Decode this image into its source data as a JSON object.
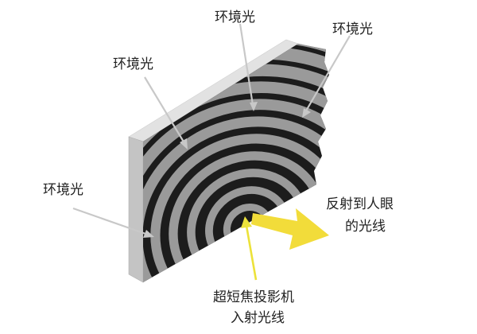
{
  "labels": {
    "ambient_1": "环境光",
    "ambient_2": "环境光",
    "ambient_3": "环境光",
    "ambient_4": "环境光",
    "reflected_line1": "反射到人眼",
    "reflected_line2": "的光线",
    "projector_line1": "超短焦投影机",
    "projector_line2": "入射光线"
  },
  "colors": {
    "screen_dark": "#1c1c1c",
    "screen_grey": "#9a9a9a",
    "edge_light": "#e2e2e2",
    "edge_mid": "#c4c4c4",
    "ambient_arrow": "#c8c8c8",
    "reflected_arrow": "#f2dc3a",
    "incident_arrow": "#ece23a",
    "text": "#222222"
  }
}
